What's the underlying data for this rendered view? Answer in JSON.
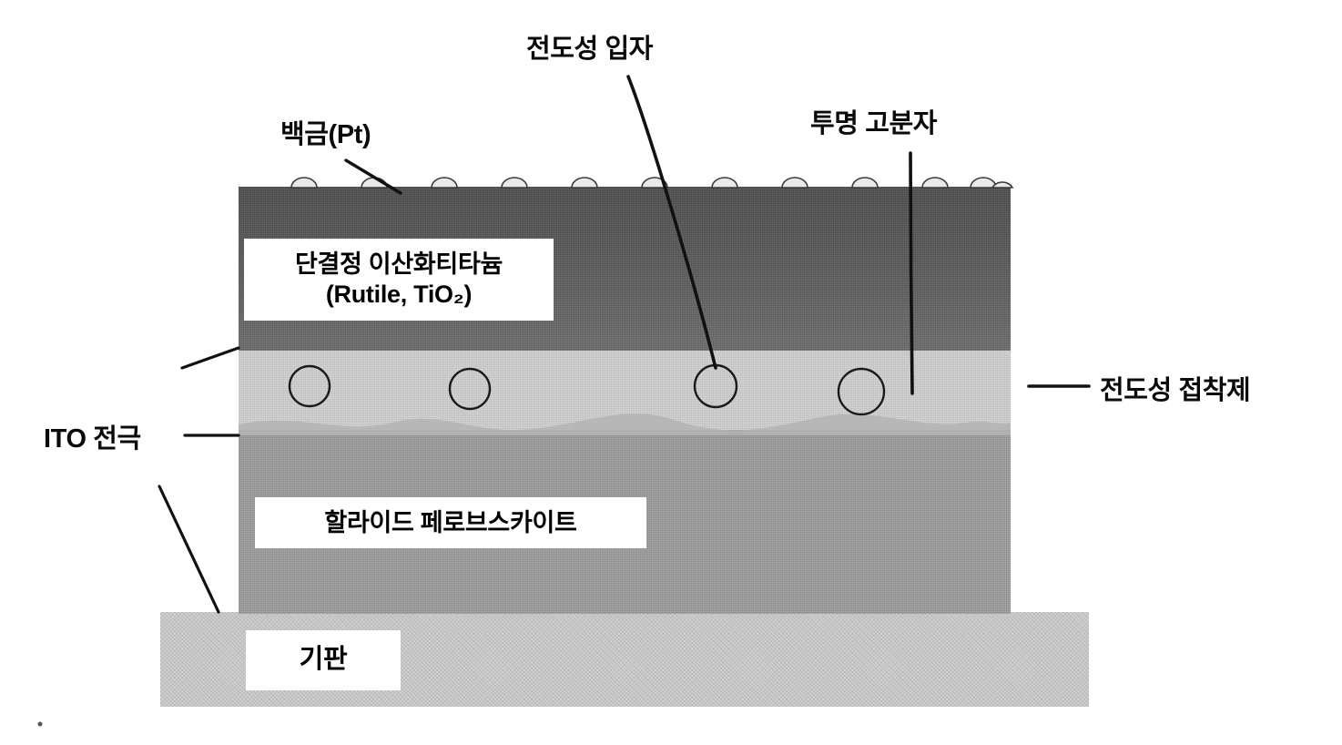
{
  "diagram": {
    "title": "Device cross-section: single-crystal TiO2 / conductive adhesive / halide perovskite stack",
    "labels": {
      "platinum": "백금(Pt)",
      "conductive_particle": "전도성 입자",
      "transparent_polymer": "투명 고분자",
      "conductive_adhesive": "전도성 접착제",
      "ito_electrode": "ITO 전극"
    },
    "layers": [
      {
        "key": "tio2",
        "name_line1": "단결정 이산화티타늄",
        "name_line2": "(Rutile, TiO₂)",
        "color": "#5d5d5d"
      },
      {
        "key": "adhesive",
        "name_line1": "",
        "name_line2": "",
        "color": "#d2d2d2"
      },
      {
        "key": "perovskite",
        "name_line1": "할라이드 페로브스카이트",
        "name_line2": "",
        "color": "#9e9e9e"
      },
      {
        "key": "substrate",
        "name_line1": "기판",
        "name_line2": "",
        "color": "#c9c9c9"
      }
    ],
    "counts": {
      "platinum_bumps": 12,
      "conductive_particles": 4
    },
    "colors": {
      "ink": "#0a0a0a",
      "paper": "#ffffff",
      "tio2": "#5d5d5d",
      "adhesive": "#d2d2d2",
      "perovskite": "#9e9e9e",
      "substrate": "#c9c9c9"
    }
  }
}
